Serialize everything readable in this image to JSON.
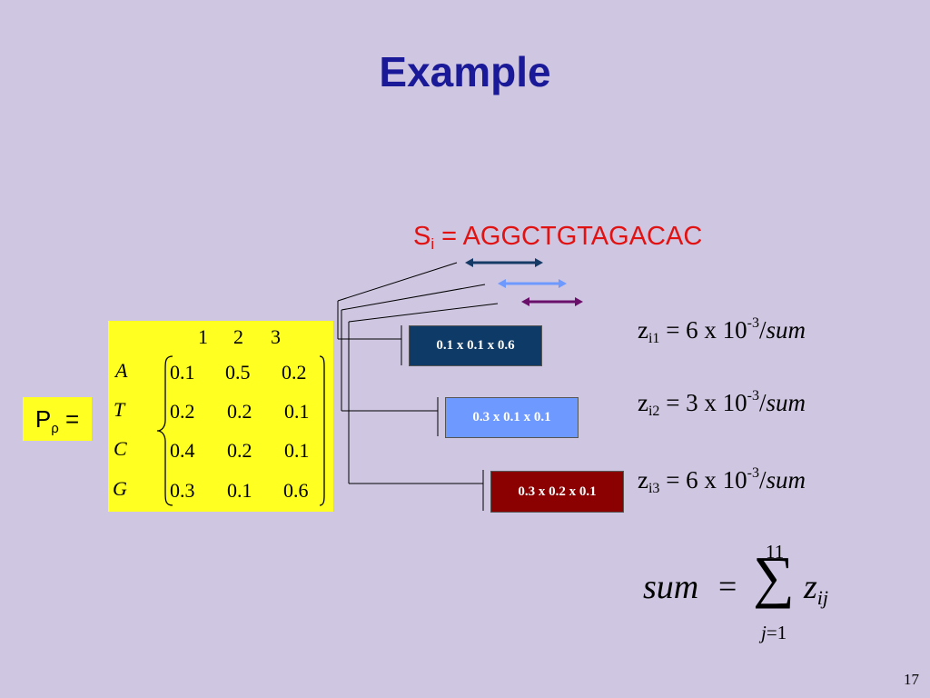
{
  "slide": {
    "title": "Example",
    "sequence": {
      "label": "S",
      "subscript": "i",
      "rest": " = AGGCTGTAGACAC"
    },
    "matrix": {
      "lhs_symbol": "P",
      "lhs_subscript": "ρ",
      "lhs_equals": " =",
      "columns": [
        "1",
        "2",
        "3"
      ],
      "rows": [
        {
          "label": "A",
          "values": [
            "0.1",
            "0.5",
            "0.2"
          ]
        },
        {
          "label": "T",
          "values": [
            "0.2",
            "0.2",
            "0.1"
          ]
        },
        {
          "label": "C",
          "values": [
            "0.4",
            "0.2",
            "0.1"
          ]
        },
        {
          "label": "G",
          "values": [
            "0.3",
            "0.1",
            "0.6"
          ]
        }
      ]
    },
    "products": [
      {
        "text": "0.1 x 0.1 x 0.6",
        "color": "#0d3a66"
      },
      {
        "text": "0.3 x 0.1 x 0.1",
        "color": "#6e99ff"
      },
      {
        "text": "0.3 x 0.2 x 0.1",
        "color": "#8b0000"
      }
    ],
    "arrow_colors": [
      "#163a66",
      "#6e99ff",
      "#6a0f6a"
    ],
    "z_values": [
      {
        "z": "z",
        "sub": "i1",
        "eq": " = 6 x 10",
        "exp": "-3",
        "tail": "/",
        "sum": "sum"
      },
      {
        "z": "z",
        "sub": "i2",
        "eq": " = 3 x 10",
        "exp": "-3",
        "tail": "/",
        "sum": "sum"
      },
      {
        "z": "z",
        "sub": "i3",
        "eq": " = 6 x 10",
        "exp": "-3",
        "tail": "/",
        "sum": "sum"
      }
    ],
    "sum_formula": {
      "lhs": "sum",
      "equals": "=",
      "sigma": "∑",
      "upper": "11",
      "lower_var": "j",
      "lower_eq": "=",
      "lower_val": "1",
      "term": "z",
      "term_sub": "ij"
    },
    "page_number": "17"
  }
}
